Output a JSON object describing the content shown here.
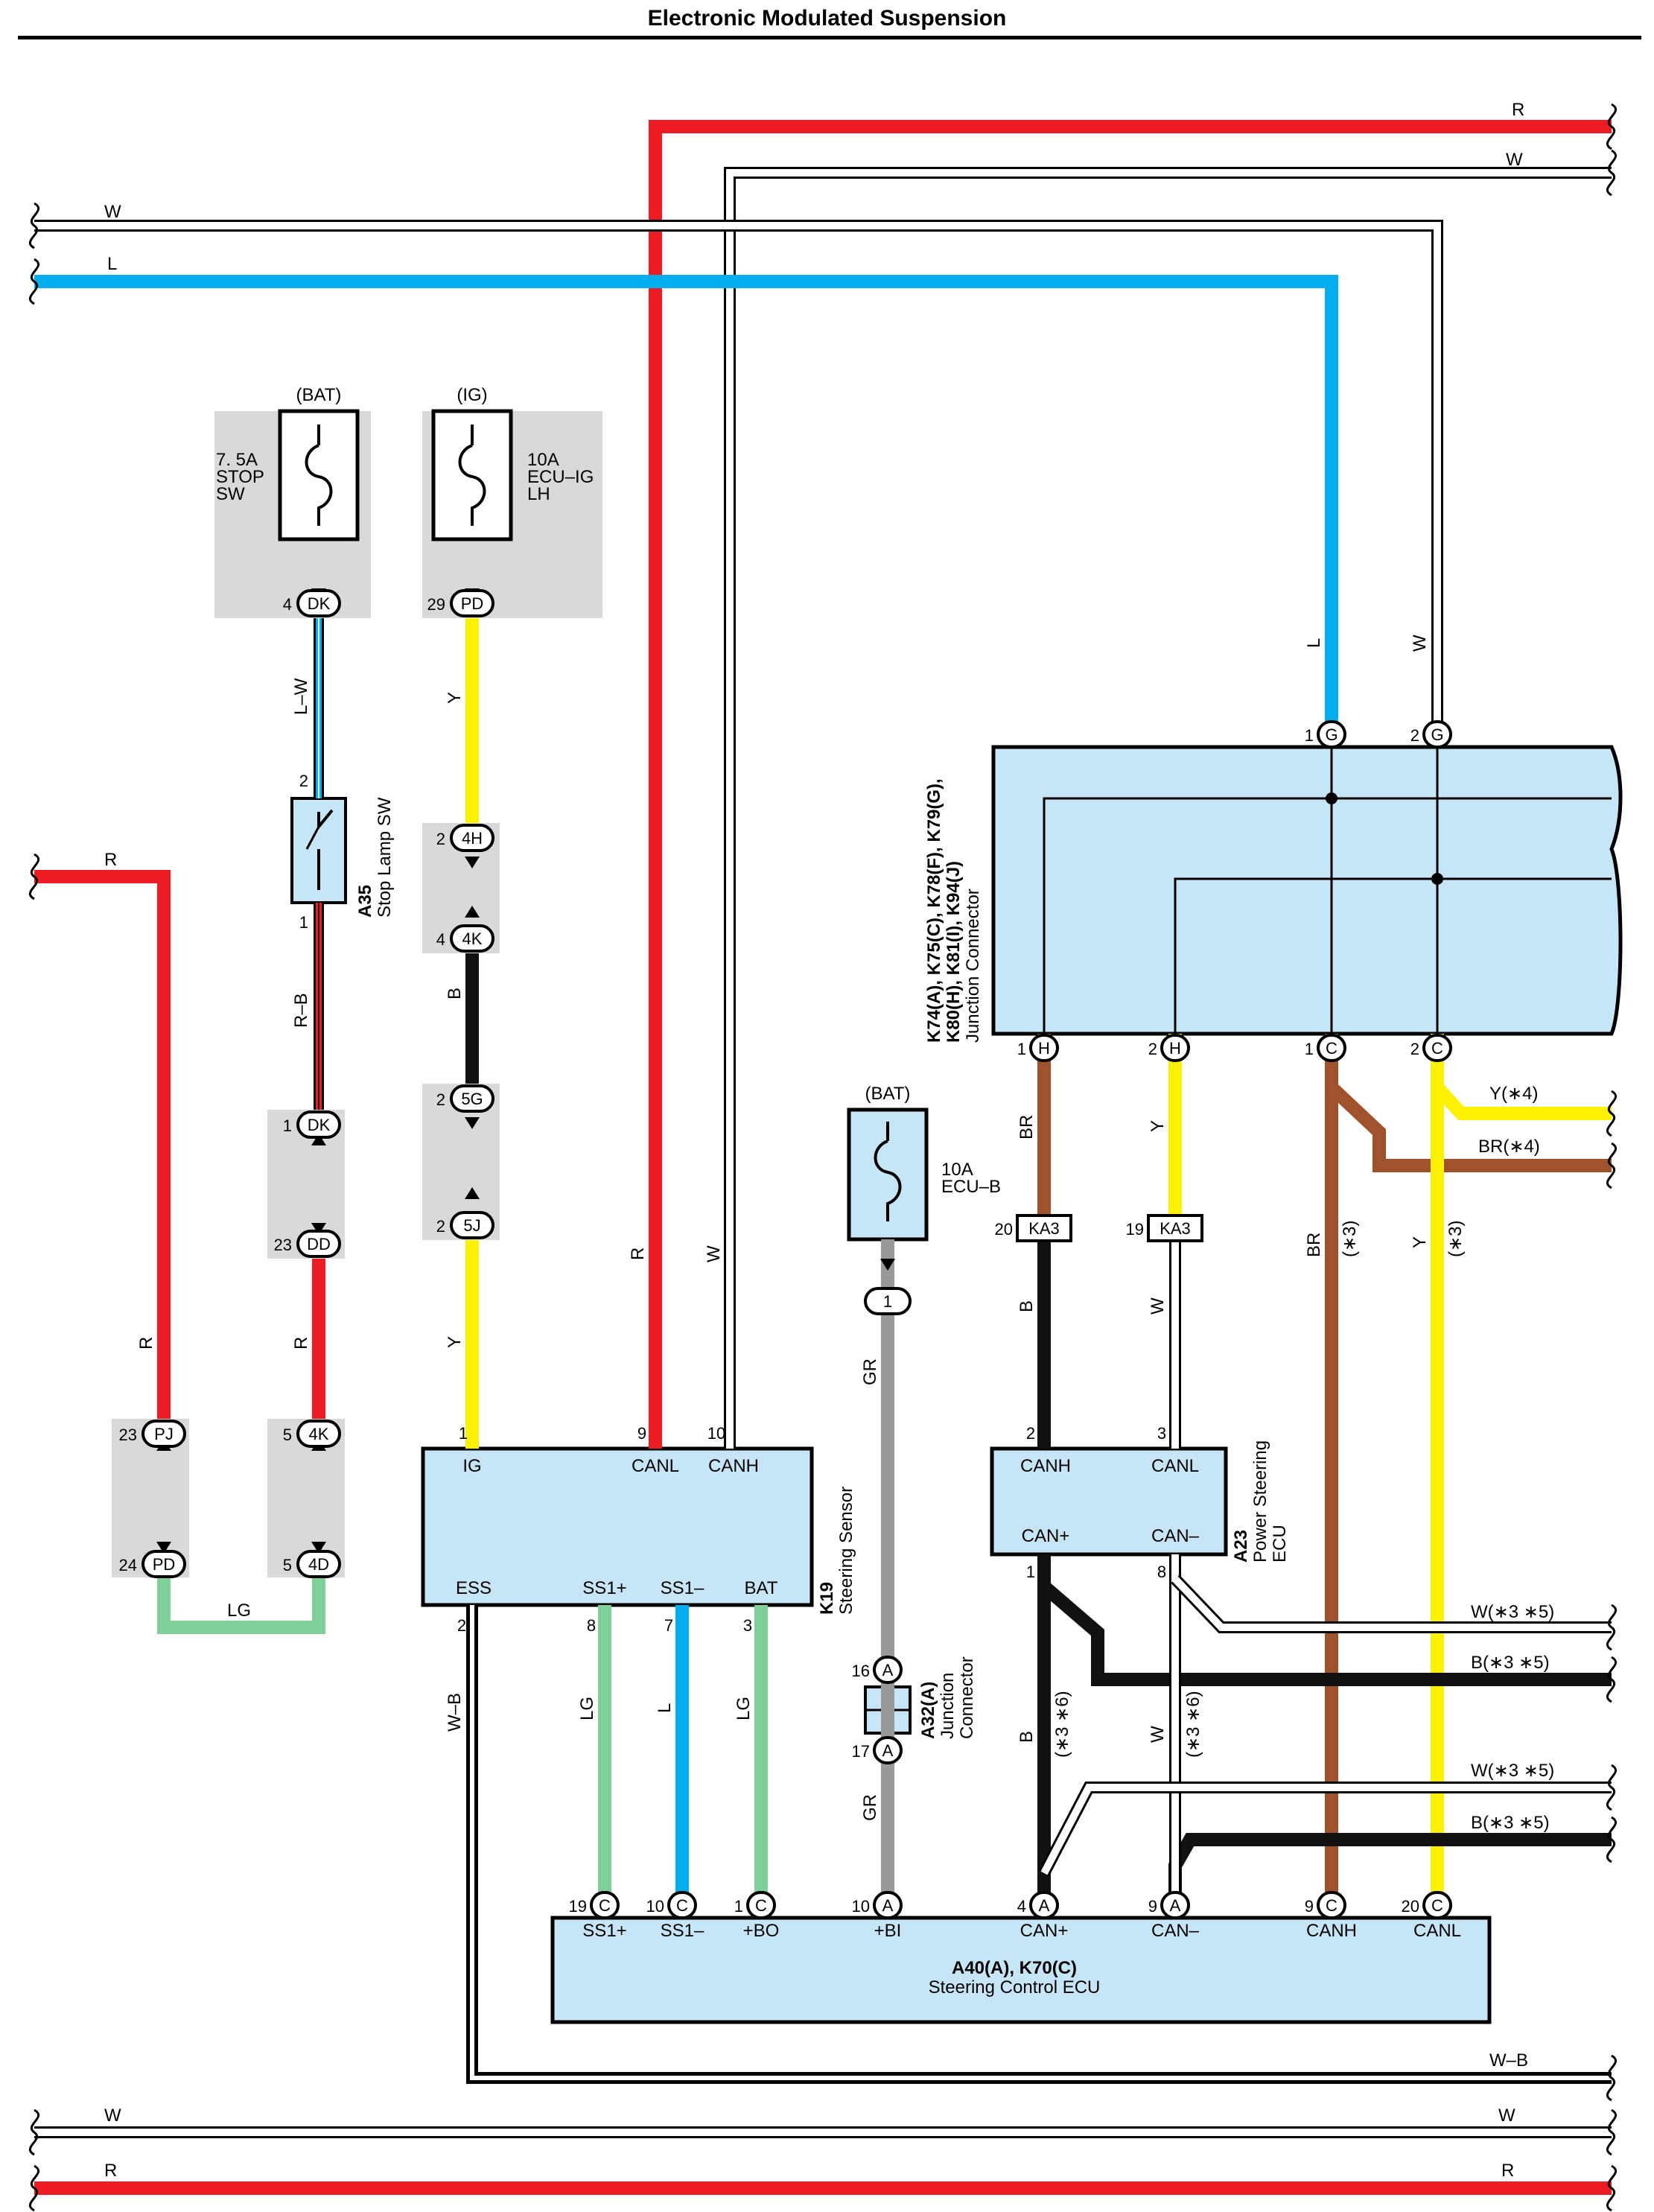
{
  "title": "Electronic Modulated Suspension",
  "colors": {
    "R": "#ed1c24",
    "L": "#00aeef",
    "Y": "#fff200",
    "B": "#111111",
    "BR": "#a0522d",
    "LG": "#7fcf9a",
    "GR": "#999999",
    "W": "#ffffff",
    "component_fill": "#c6e6f7",
    "shade": "#d9d9d9"
  },
  "wires": {
    "top_R": "R",
    "top_W": "W",
    "left_W": "W",
    "left_L": "L",
    "left_R": "R",
    "lw": "L–W",
    "y_pd": "Y",
    "b_4k": "B",
    "y_5j": "Y",
    "rb": "R–B",
    "r_dd": "R",
    "r_pj": "R",
    "lg_bottom": "LG",
    "r_canl": "R",
    "w_canh": "W",
    "wb_ess": "W–B",
    "lg_ss1p": "LG",
    "l_ss1m": "L",
    "lg_bat": "LG",
    "gr_top": "GR",
    "gr_bot": "GR",
    "j_L": "L",
    "j_W": "W",
    "br_h1": "BR",
    "y_h2": "Y",
    "b_ka3": "B",
    "w_ka3": "W",
    "br_c1": "BR",
    "br_c1_note": "(∗3)",
    "y_c2": "Y",
    "y_c2_note": "(∗3)",
    "y4": "Y(∗4)",
    "br4": "BR(∗4)",
    "w35a": "W(∗3 ∗5)",
    "b35a": "B(∗3 ∗5)",
    "w35b": "W(∗3 ∗5)",
    "b35b": "B(∗3 ∗5)",
    "b_can_plus": "B",
    "b_can_plus_note": "(∗3 ∗6)",
    "w_can_minus": "W",
    "w_can_minus_note": "(∗3 ∗6)",
    "bot_WB": "W–B",
    "bot_W_right": "W",
    "bot_W_left": "W",
    "bot_R_right": "R",
    "bot_R_left": "R"
  },
  "fuses": {
    "stop": {
      "source": "(BAT)",
      "line1": "7. 5A",
      "line2": "STOP",
      "line3": "SW"
    },
    "ecu_ig": {
      "source": "(IG)",
      "line1": "10A",
      "line2": "ECU–IG",
      "line3": "LH"
    },
    "ecu_b": {
      "source": "(BAT)",
      "line1": "10A",
      "line2": "ECU–B"
    }
  },
  "connectors": {
    "dk_top": {
      "pin": "4",
      "code": "DK"
    },
    "pd_top": {
      "pin": "29",
      "code": "PD"
    },
    "c4h": {
      "pin": "2",
      "code": "4H"
    },
    "c4k_a": {
      "pin": "4",
      "code": "4K"
    },
    "c5g": {
      "pin": "2",
      "code": "5G"
    },
    "c5j": {
      "pin": "2",
      "code": "5J"
    },
    "dk_mid": {
      "pin": "1",
      "code": "DK"
    },
    "dd": {
      "pin": "23",
      "code": "DD"
    },
    "pj": {
      "pin": "23",
      "code": "PJ"
    },
    "pd_bot": {
      "pin": "24",
      "code": "PD"
    },
    "c4k_b": {
      "pin": "5",
      "code": "4K"
    },
    "c4d": {
      "pin": "5",
      "code": "4D"
    },
    "g1": {
      "pin": "1",
      "code": "G"
    },
    "g2": {
      "pin": "2",
      "code": "G"
    },
    "h1": {
      "pin": "1",
      "code": "H"
    },
    "h2": {
      "pin": "2",
      "code": "H"
    },
    "c1": {
      "pin": "1",
      "code": "C"
    },
    "c2": {
      "pin": "2",
      "code": "C"
    },
    "ka3a": {
      "pin": "20",
      "code": "KA3"
    },
    "ka3b": {
      "pin": "19",
      "code": "KA3"
    },
    "ecub_out": {
      "code": "1"
    },
    "a16": {
      "pin": "16",
      "code": "A"
    },
    "a17": {
      "pin": "17",
      "code": "A"
    },
    "e19": {
      "pin": "19",
      "code": "C"
    },
    "e10": {
      "pin": "10",
      "code": "C"
    },
    "e1": {
      "pin": "1",
      "code": "C"
    },
    "ea10": {
      "pin": "10",
      "code": "A"
    },
    "ea4": {
      "pin": "4",
      "code": "A"
    },
    "ea9": {
      "pin": "9",
      "code": "A"
    },
    "ec9": {
      "pin": "9",
      "code": "C"
    },
    "ec20": {
      "pin": "20",
      "code": "C"
    }
  },
  "stop_sw": {
    "id": "A35",
    "name": "Stop Lamp SW",
    "pin_top": "2",
    "pin_bot": "1"
  },
  "steering_sensor": {
    "id": "K19",
    "name": "Steering Sensor",
    "pins": {
      "ig": "1",
      "canl": "9",
      "canh": "10",
      "ess": "2",
      "ss1p": "8",
      "ss1m": "7",
      "bat": "3"
    },
    "terms": {
      "ig": "IG",
      "canl": "CANL",
      "canh": "CANH",
      "ess": "ESS",
      "ss1p": "SS1+",
      "ss1m": "SS1–",
      "bat": "BAT"
    }
  },
  "ps_ecu": {
    "id": "A23",
    "name1": "Power Steering",
    "name2": "ECU",
    "pins": {
      "canh": "2",
      "canl": "3",
      "canp": "1",
      "canm": "8"
    },
    "terms": {
      "canh": "CANH",
      "canl": "CANL",
      "canp": "CAN+",
      "canm": "CAN–"
    }
  },
  "junction": {
    "line1": "K74(A), K75(C), K78(F), K79(G),",
    "line2": "K80(H), K81(I), K94(J)",
    "line3": "Junction Connector"
  },
  "a32": {
    "id": "A32(A)",
    "line1": "Junction",
    "line2": "Connector"
  },
  "steering_ecu": {
    "id": "A40(A), K70(C)",
    "name": "Steering Control ECU",
    "terms": {
      "ss1p": "SS1+",
      "ss1m": "SS1–",
      "bo": "+BO",
      "bi": "+BI",
      "canp": "CAN+",
      "canm": "CAN–",
      "canh": "CANH",
      "canl": "CANL"
    }
  }
}
